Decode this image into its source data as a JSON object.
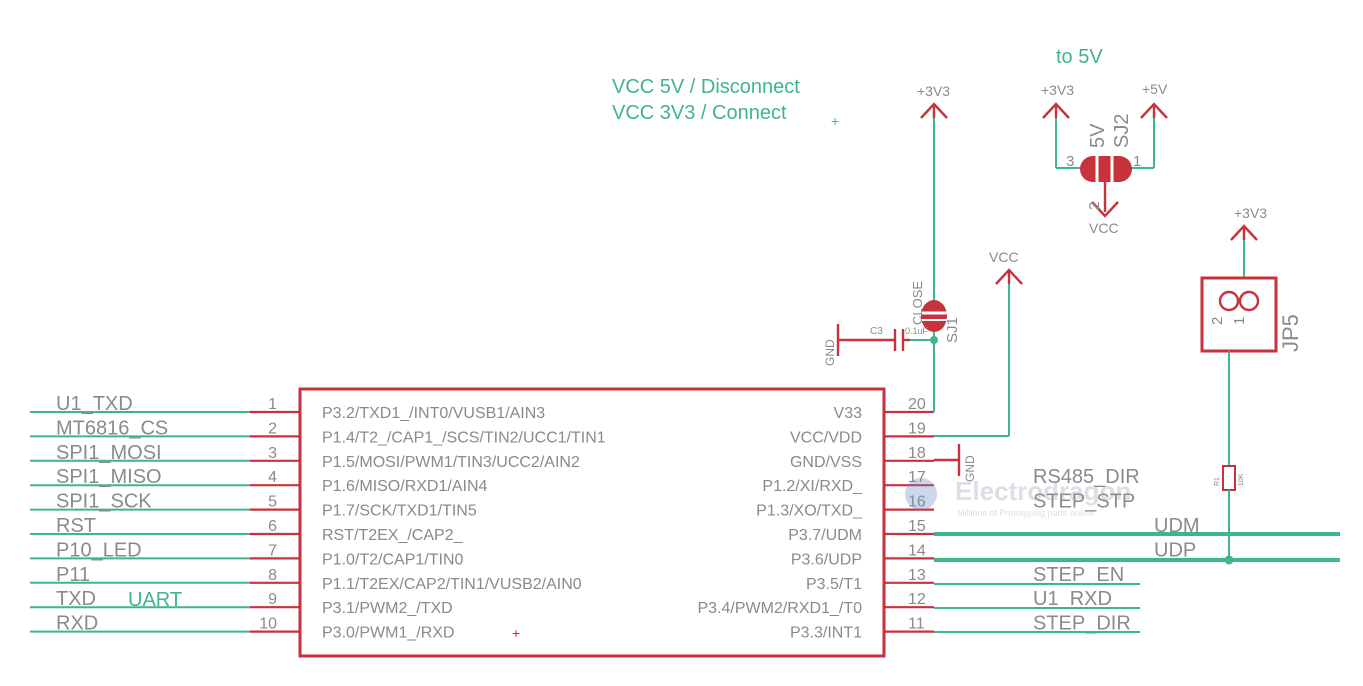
{
  "notes": {
    "line1": "VCC 5V / Disconnect",
    "line2": "VCC 3V3 / Connect",
    "to5v": "to 5V",
    "uart": "UART"
  },
  "ic": {
    "left_pins": [
      {
        "num": "1",
        "func": "P3.2/TXD1_/INT0/VUSB1/AIN3",
        "net": "U1_TXD"
      },
      {
        "num": "2",
        "func": "P1.4/T2_/CAP1_/SCS/TIN2/UCC1/TIN1",
        "net": "MT6816_CS"
      },
      {
        "num": "3",
        "func": "P1.5/MOSI/PWM1/TIN3/UCC2/AIN2",
        "net": "SPI1_MOSI"
      },
      {
        "num": "4",
        "func": "P1.6/MISO/RXD1/AIN4",
        "net": "SPI1_MISO"
      },
      {
        "num": "5",
        "func": "P1.7/SCK/TXD1/TIN5",
        "net": "SPI1_SCK"
      },
      {
        "num": "6",
        "func": "RST/T2EX_/CAP2_",
        "net": "RST"
      },
      {
        "num": "7",
        "func": "P1.0/T2/CAP1/TIN0",
        "net": "P10_LED"
      },
      {
        "num": "8",
        "func": "P1.1/T2EX/CAP2/TIN1/VUSB2/AIN0",
        "net": "P11"
      },
      {
        "num": "9",
        "func": "P3.1/PWM2_/TXD",
        "net": "TXD"
      },
      {
        "num": "10",
        "func": "P3.0/PWM1_/RXD",
        "net": "RXD"
      }
    ],
    "right_pins": [
      {
        "num": "20",
        "func": "V33",
        "net": ""
      },
      {
        "num": "19",
        "func": "VCC/VDD",
        "net": ""
      },
      {
        "num": "18",
        "func": "GND/VSS",
        "net": ""
      },
      {
        "num": "17",
        "func": "P1.2/XI/RXD_",
        "net": "RS485_DIR"
      },
      {
        "num": "16",
        "func": "P1.3/XO/TXD_",
        "net": "STEP_STP"
      },
      {
        "num": "15",
        "func": "P3.7/UDM",
        "net": "UDM"
      },
      {
        "num": "14",
        "func": "P3.6/UDP",
        "net": "UDP"
      },
      {
        "num": "13",
        "func": "P3.5/T1",
        "net": "STEP_EN"
      },
      {
        "num": "12",
        "func": "P3.4/PWM2/RXD1_/T0",
        "net": "U1_RXD"
      },
      {
        "num": "11",
        "func": "P3.3/INT1",
        "net": "STEP_DIR"
      }
    ]
  },
  "power": {
    "v33_a": "+3V3",
    "v33_b": "+3V3",
    "v33_c": "+3V3",
    "v5": "+5V",
    "vcc_a": "VCC",
    "vcc_b": "VCC",
    "gnd_a": "GND",
    "gnd_b": "GND"
  },
  "parts": {
    "sj1_name": "SJ1",
    "sj1_value": "CLOSE",
    "c3": "C3",
    "c3_value": "0.1uF",
    "sj2_name": "SJ2",
    "sj2_value": "5V",
    "sj2_pin3": "3",
    "sj2_pin2": "2",
    "sj2_pin1": "1",
    "jp5_name": "JP5",
    "jp5_pin2": "2",
    "jp5_pin1": "1",
    "r_name": "R1",
    "r_value": "10K"
  },
  "watermark": {
    "brand": "Electrodragon",
    "tagline": "Millions of Prototyping parts online"
  },
  "colors": {
    "wire": "#3fb58c",
    "symbol": "#c8323c",
    "label": "#8a8a8a"
  }
}
